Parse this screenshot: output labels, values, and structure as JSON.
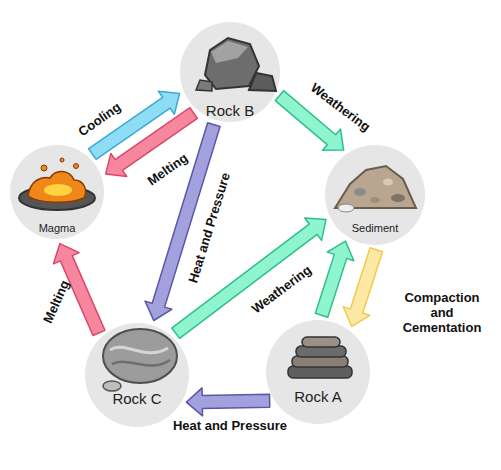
{
  "diagram": {
    "nodes": [
      {
        "text": [
          "Rock B"
        ]
      },
      {
        "text": [
          "Magma"
        ]
      },
      {
        "text": [
          "Sediment"
        ]
      },
      {
        "text": [
          "Rock C"
        ]
      },
      {
        "text": [
          "Rock A"
        ]
      }
    ],
    "edges": [
      {
        "from": 1,
        "to": 0,
        "arrow": "to",
        "label": "Cooling"
      },
      {
        "from": 0,
        "to": 1,
        "arrow": "to",
        "label": "Melting"
      },
      {
        "from": 0,
        "to": 2,
        "arrow": "to",
        "label": "Weathering"
      },
      {
        "from": 0,
        "to": 3,
        "arrow": "to",
        "label": "Heat and Pressure"
      },
      {
        "from": 2,
        "to": 4,
        "arrow": "to",
        "label": "Compaction and Cementation"
      },
      {
        "from": 4,
        "to": 2,
        "arrow": "to"
      },
      {
        "from": 3,
        "to": 2,
        "arrow": "to",
        "label": "Weathering"
      },
      {
        "from": 4,
        "to": 3,
        "arrow": "to",
        "label": "Heat and Pressure"
      },
      {
        "from": 3,
        "to": 1,
        "arrow": "to",
        "label": "Melting"
      }
    ]
  }
}
